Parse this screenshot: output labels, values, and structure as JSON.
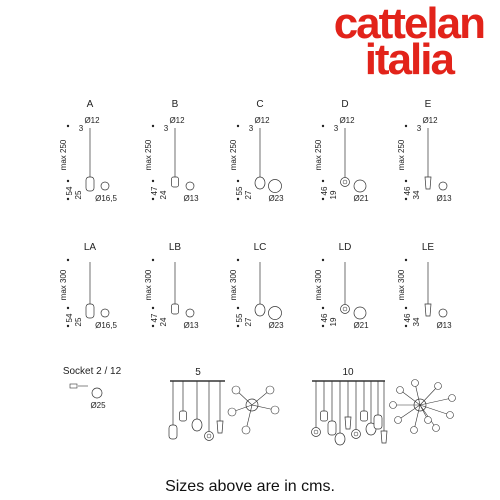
{
  "brand": {
    "line1": "cattelan",
    "line2": "italia",
    "color": "#e2231a"
  },
  "rows": [
    {
      "max": "max 250",
      "items": [
        {
          "letter": "A",
          "top": "Ø12",
          "hook": "3",
          "h1": "54",
          "h2": "25",
          "base": "Ø16,5",
          "shape": "long"
        },
        {
          "letter": "B",
          "top": "Ø12",
          "hook": "3",
          "h1": "47",
          "h2": "24",
          "base": "Ø13",
          "shape": "med"
        },
        {
          "letter": "C",
          "top": "Ø12",
          "hook": "3",
          "h1": "55",
          "h2": "27",
          "base": "Ø23",
          "shape": "bulb"
        },
        {
          "letter": "D",
          "top": "Ø12",
          "hook": "3",
          "h1": "46",
          "h2": "19",
          "base": "Ø21",
          "shape": "globe"
        },
        {
          "letter": "E",
          "top": "Ø12",
          "hook": "3",
          "h1": "46",
          "h2": "34",
          "base": "Ø13",
          "shape": "cone"
        }
      ]
    },
    {
      "max": "max 300",
      "items": [
        {
          "letter": "LA",
          "top": "",
          "hook": "",
          "h1": "54",
          "h2": "25",
          "base": "Ø16,5",
          "shape": "long"
        },
        {
          "letter": "LB",
          "top": "",
          "hook": "",
          "h1": "47",
          "h2": "24",
          "base": "Ø13",
          "shape": "med"
        },
        {
          "letter": "LC",
          "top": "",
          "hook": "",
          "h1": "55",
          "h2": "27",
          "base": "Ø23",
          "shape": "bulb"
        },
        {
          "letter": "LD",
          "top": "",
          "hook": "",
          "h1": "46",
          "h2": "19",
          "base": "Ø21",
          "shape": "globe"
        },
        {
          "letter": "LE",
          "top": "",
          "hook": "",
          "h1": "46",
          "h2": "34",
          "base": "Ø13",
          "shape": "cone"
        }
      ]
    }
  ],
  "socket": {
    "title": "Socket 2 / 12",
    "base": "Ø25"
  },
  "group5": {
    "label": "5"
  },
  "group10": {
    "label": "10"
  },
  "caption": "Sizes above are in cms."
}
